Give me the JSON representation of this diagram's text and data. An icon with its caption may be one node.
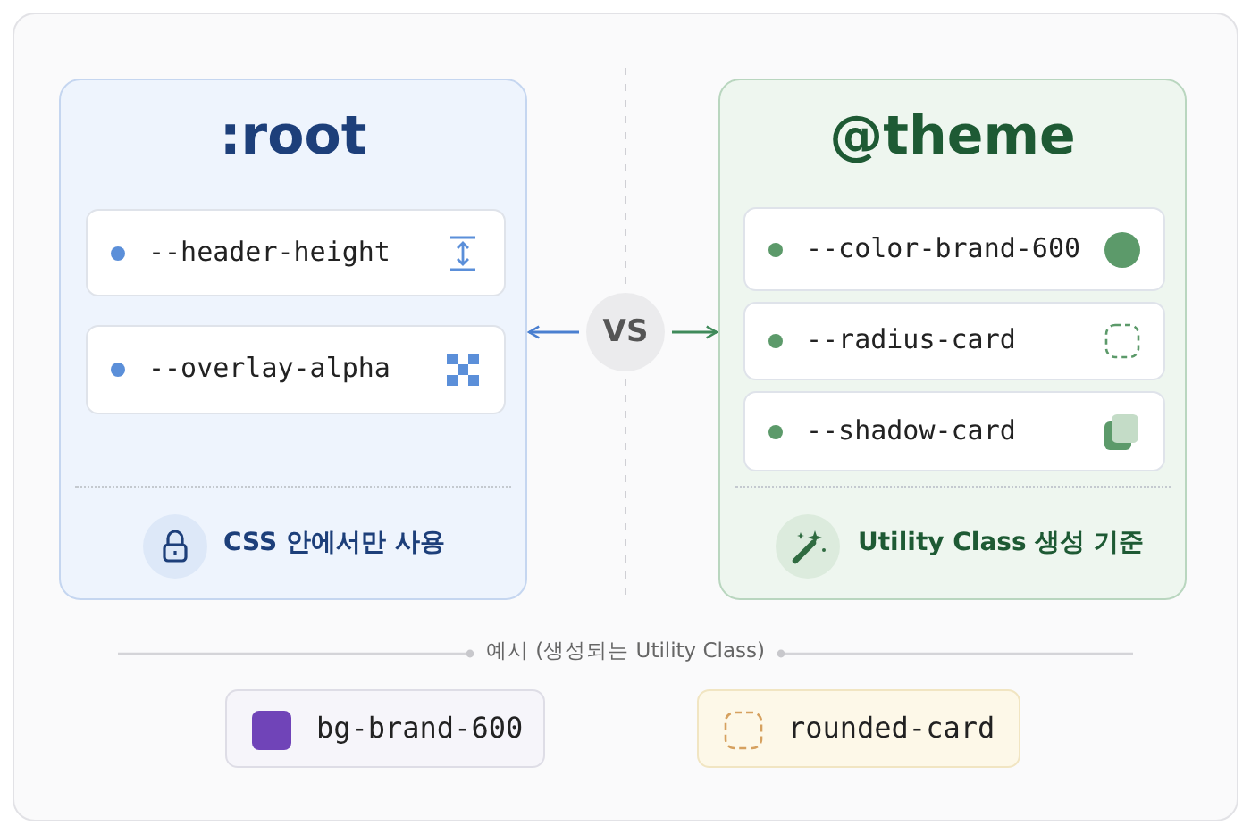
{
  "diagram": {
    "nodes": [
      {
        "text": [
          ":root",
          "CSS 안에서만 사용"
        ]
      },
      {
        "text": [
          "--header-height"
        ],
        "in": 0
      },
      {
        "text": [
          "--overlay-alpha"
        ],
        "in": 0
      },
      {
        "text": [
          "VS"
        ]
      },
      {
        "text": [
          "@theme",
          "Utility Class 생성 기준"
        ]
      },
      {
        "text": [
          "--color-brand-600"
        ],
        "in": 4
      },
      {
        "text": [
          "--radius-card"
        ],
        "in": 4
      },
      {
        "text": [
          "--shadow-card"
        ],
        "in": 4
      },
      {
        "text": [
          "bg-brand-600"
        ]
      },
      {
        "text": [
          "rounded-card"
        ]
      }
    ],
    "edges": [
      {
        "from": 3,
        "to": 0,
        "arrow": "to",
        "color": "#4a7fd0"
      },
      {
        "from": 3,
        "to": 4,
        "arrow": "to",
        "color": "#3f8a5a"
      }
    ],
    "labels": [
      "예시 (생성되는 Utility Class)"
    ]
  }
}
